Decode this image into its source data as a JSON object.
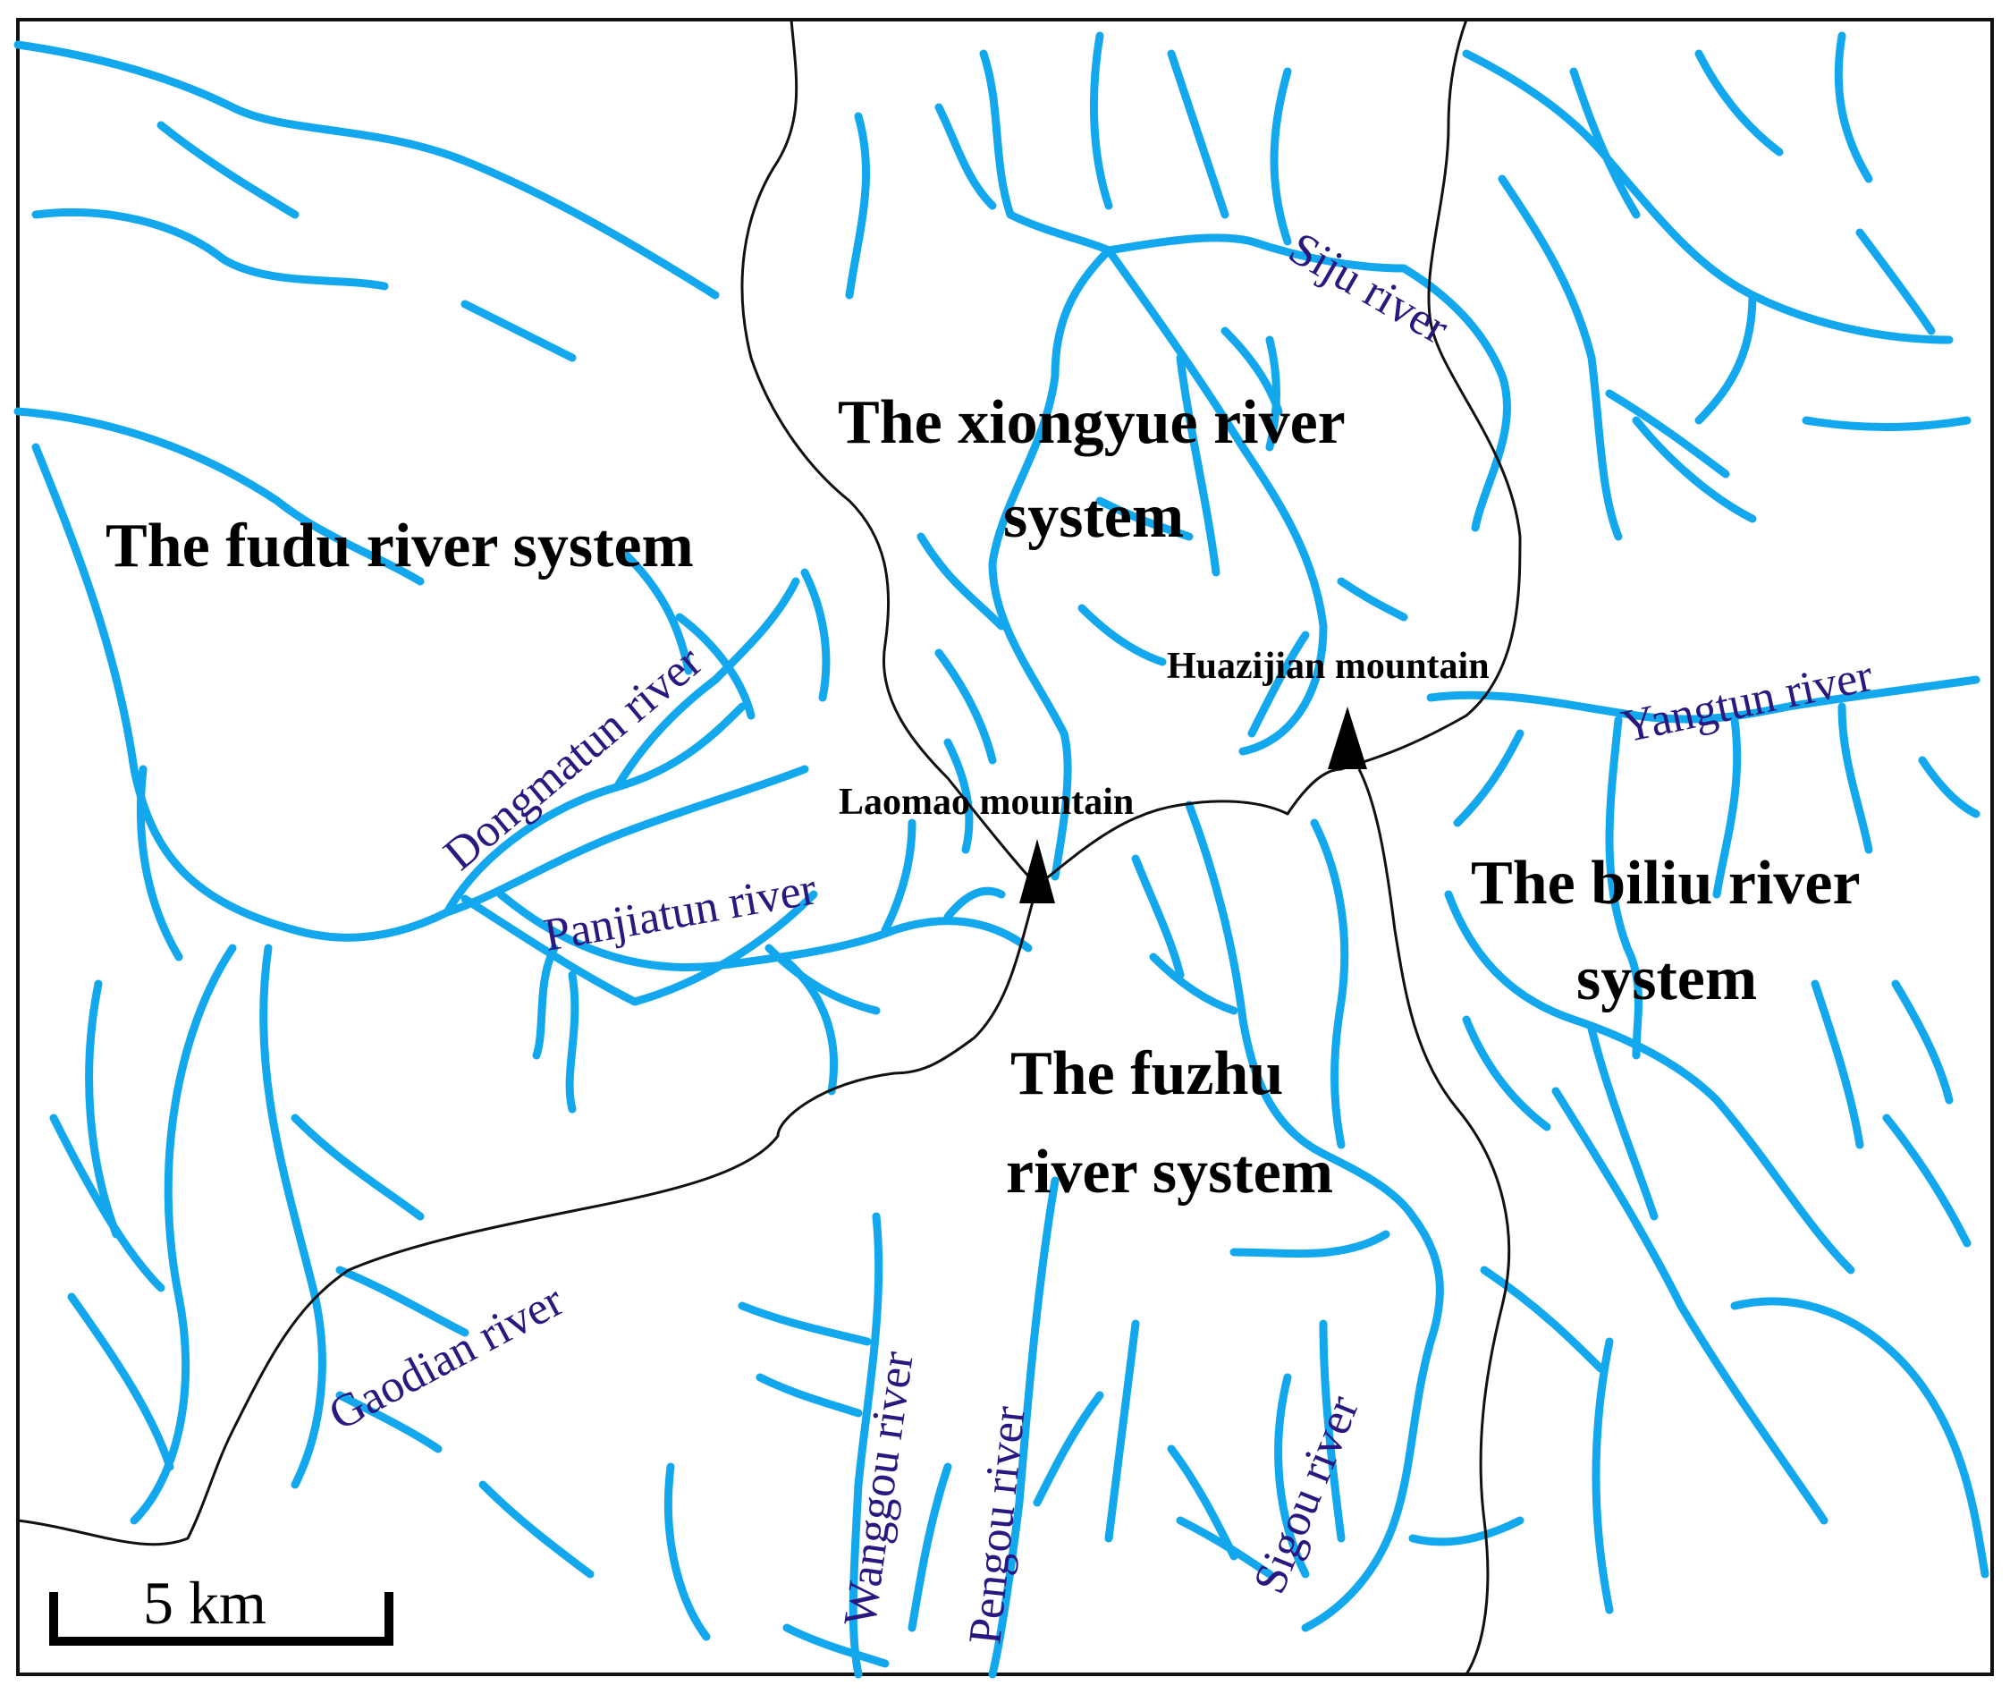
{
  "colors": {
    "river": "#13A8EE",
    "boundary": "#111111",
    "river_label": "#2B1780",
    "text": "#000000"
  },
  "regions": {
    "fudu": "The fudu river system",
    "xiongyue_line1": "The xiongyue river",
    "xiongyue_line2": "system",
    "biliu_line1": "The biliu river",
    "biliu_line2": "system",
    "fuzhu_line1": "The fuzhu",
    "fuzhu_line2": "river system"
  },
  "rivers": {
    "siju": "Siju river",
    "dongmatun": "Dongmatun river",
    "panjiatun": "Panjiatun river",
    "yangtun": "Yangtun river",
    "gaodian": "Gaodian river",
    "wanggou": "Wanggou river",
    "pengou": "Pengou river",
    "sigou": "Sigou river"
  },
  "mountains": {
    "laomao": "Laomao mountain",
    "huazijian": "Huazijian mountain"
  },
  "scale_bar": {
    "label": "5 km"
  }
}
